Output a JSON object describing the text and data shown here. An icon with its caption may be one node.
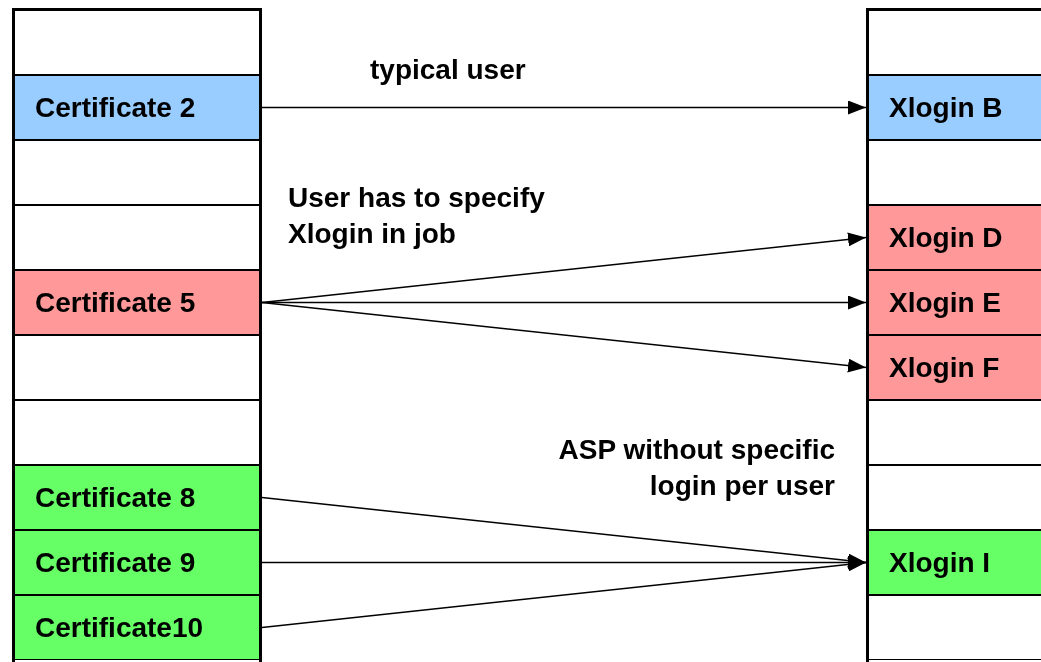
{
  "diagram": {
    "nodes": [
      {
        "text": [],
        "shape": "box"
      },
      {
        "text": [
          "Certificate 2"
        ]
      },
      {
        "text": [],
        "shape": "box"
      },
      {
        "text": [],
        "shape": "box"
      },
      {
        "text": [
          "Certificate 5"
        ]
      },
      {
        "text": [],
        "shape": "box"
      },
      {
        "text": [],
        "shape": "box"
      },
      {
        "text": [
          "Certificate 8"
        ]
      },
      {
        "text": [
          "Certificate 9"
        ]
      },
      {
        "text": [
          "Certificate10"
        ]
      },
      {
        "text": [],
        "shape": "box"
      },
      {
        "text": [
          "Xlogin B"
        ]
      },
      {
        "text": [],
        "shape": "box"
      },
      {
        "text": [
          "Xlogin D"
        ]
      },
      {
        "text": [
          "Xlogin E"
        ]
      },
      {
        "text": [
          "Xlogin F"
        ]
      },
      {
        "text": [],
        "shape": "box"
      },
      {
        "text": [],
        "shape": "box"
      },
      {
        "text": [
          "Xlogin I"
        ]
      },
      {
        "text": [],
        "shape": "box"
      }
    ],
    "edges": [
      {
        "from": 1,
        "to": 11,
        "arrow": "to",
        "label": "typical user"
      },
      {
        "from": 4,
        "to": 13,
        "arrow": "to",
        "label": "User has to specify Xlogin in job"
      },
      {
        "from": 4,
        "to": 14,
        "arrow": "to"
      },
      {
        "from": 4,
        "to": 15,
        "arrow": "to"
      },
      {
        "from": 7,
        "to": 18,
        "arrow": "to",
        "label": "ASP without specific login per user"
      },
      {
        "from": 8,
        "to": 18,
        "arrow": "to"
      },
      {
        "from": 9,
        "to": 18,
        "arrow": "to"
      }
    ]
  }
}
